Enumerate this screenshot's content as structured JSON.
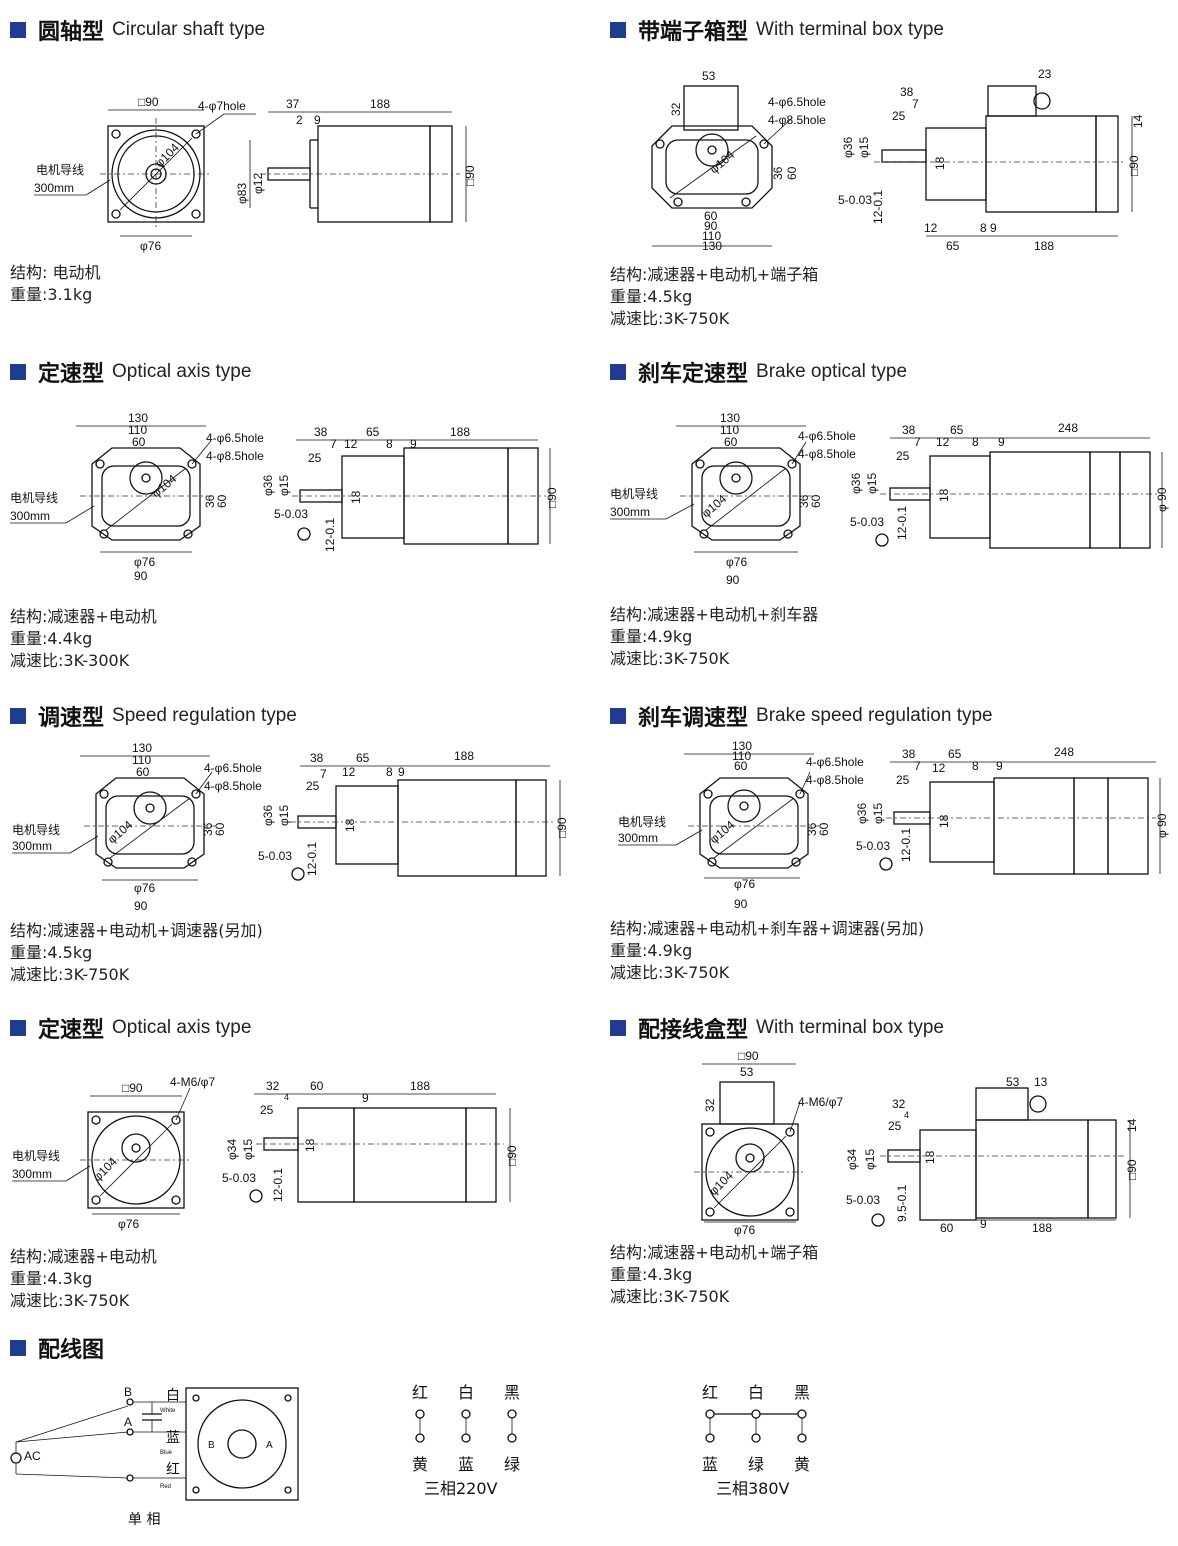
{
  "sections": [
    {
      "title_zh": "圆轴型",
      "title_en": "Circular shaft type",
      "dims": {
        "square": "□90",
        "hole": "4-φ7hole",
        "pcd": "φ104",
        "wire": "电机导线",
        "wire_len": "300mm",
        "d76": "φ76",
        "d83": "φ83",
        "d12": "φ12",
        "l37": "37",
        "l188": "188",
        "l2": "2",
        "l9": "9",
        "h90": "□90"
      },
      "specs": [
        "结构: 电动机",
        "重量:3.1kg"
      ]
    },
    {
      "title_zh": "带端子箱型",
      "title_en": "With terminal box type",
      "dims": {
        "w53": "53",
        "h32": "32",
        "hole1": "4-φ6.5hole",
        "hole2": "4-φ8.5hole",
        "pcd": "φ104",
        "h36": "36",
        "h60": "60",
        "w60": "60",
        "w90": "90",
        "w110": "110",
        "w130": "130",
        "l38": "38",
        "l7": "7",
        "l25": "25",
        "l23": "23",
        "h14": "14",
        "d36": "φ36",
        "d15": "φ15",
        "h18": "18",
        "key": "5-0.03",
        "key2": "12-0.1",
        "l12": "12",
        "l65": "65",
        "l8": "8",
        "l9": "9",
        "l188": "188",
        "h90": "□90"
      },
      "specs": [
        "结构:减速器+电动机+端子箱",
        "重量:4.5kg",
        "减速比:3K-750K"
      ]
    },
    {
      "title_zh": "定速型",
      "title_en": "Optical axis type",
      "dims": {
        "w130": "130",
        "w110": "110",
        "w60": "60",
        "hole1": "4-φ6.5hole",
        "hole2": "4-φ8.5hole",
        "pcd": "φ104",
        "h36": "36",
        "h60": "60",
        "wire": "电机导线",
        "wire_len": "300mm",
        "d76": "φ76",
        "w90": "90",
        "l38": "38",
        "l65": "65",
        "l188": "188",
        "l7": "7",
        "l12": "12",
        "l8": "8",
        "l9": "9",
        "l25": "25",
        "d36": "φ36",
        "d15": "φ15",
        "h18": "18",
        "key": "5-0.03",
        "key2": "12-0.1",
        "h90": "□90"
      },
      "specs": [
        "结构:减速器+电动机",
        "重量:4.4kg",
        "减速比:3K-300K"
      ]
    },
    {
      "title_zh": "刹车定速型",
      "title_en": "Brake optical type",
      "dims": {
        "w130": "130",
        "w110": "110",
        "w60": "60",
        "hole1": "4-φ6.5hole",
        "hole2": "4-φ8.5hole",
        "pcd": "φ104",
        "h36": "36",
        "h60": "60",
        "wire": "电机导线",
        "wire_len": "300mm",
        "d76": "φ76",
        "w90": "90",
        "l38": "38",
        "l65": "65",
        "l248": "248",
        "l7": "7",
        "l12": "12",
        "l8": "8",
        "l9": "9",
        "l25": "25",
        "d36": "φ36",
        "d15": "φ15",
        "h18": "18",
        "key": "5-0.03",
        "key2": "12-0.1",
        "h90": "φ 90"
      },
      "specs": [
        "结构:减速器+电动机+刹车器",
        "重量:4.9kg",
        "减速比:3K-750K"
      ]
    },
    {
      "title_zh": "调速型",
      "title_en": "Speed regulation type",
      "dims": {
        "w130": "130",
        "w110": "110",
        "w60": "60",
        "hole1": "4-φ6.5hole",
        "hole2": "4-φ8.5hole",
        "pcd": "φ104",
        "h36": "36",
        "h60": "60",
        "wire": "电机导线",
        "wire_len": "300mm",
        "d76": "φ76",
        "w90": "90",
        "l38": "38",
        "l65": "65",
        "l188": "188",
        "l7": "7",
        "l12": "12",
        "l8": "8",
        "l9": "9",
        "l25": "25",
        "d36": "φ36",
        "d15": "φ15",
        "h18": "18",
        "key": "5-0.03",
        "key2": "12-0.1",
        "h90": "□90"
      },
      "specs": [
        "结构:减速器+电动机+调速器(另加)",
        "重量:4.5kg",
        "减速比:3K-750K"
      ]
    },
    {
      "title_zh": "刹车调速型",
      "title_en": "Brake speed regulation type",
      "dims": {
        "w130": "130",
        "w110": "110",
        "w60": "60",
        "hole1": "4-φ6.5hole",
        "hole2": "4-φ8.5hole",
        "pcd": "φ104",
        "h36": "36",
        "h60": "60",
        "wire": "电机导线",
        "wire_len": "300mm",
        "d76": "φ76",
        "w90": "90",
        "l38": "38",
        "l65": "65",
        "l248": "248",
        "l7": "7",
        "l12": "12",
        "l8": "8",
        "l9": "9",
        "l25": "25",
        "d36": "φ36",
        "d15": "φ15",
        "h18": "18",
        "key": "5-0.03",
        "key2": "12-0.1",
        "h90": "φ 90"
      },
      "specs": [
        "结构:减速器+电动机+刹车器+调速器(另加)",
        "重量:4.9kg",
        "减速比:3K-750K"
      ]
    },
    {
      "title_zh": "定速型",
      "title_en": "Optical axis type",
      "dims": {
        "square": "□90",
        "hole": "4-M6/φ7",
        "pcd": "φ104",
        "wire": "电机导线",
        "wire_len": "300mm",
        "d76": "φ76",
        "l32": "32",
        "l60": "60",
        "l188": "188",
        "l4": "4",
        "l25": "25",
        "l9": "9",
        "d34": "φ34",
        "d15": "φ15",
        "h18": "18",
        "key": "5-0.03",
        "key2": "12-0.1",
        "h90": "□90"
      },
      "specs": [
        "结构:减速器+电动机",
        "重量:4.3kg",
        "减速比:3K-750K"
      ]
    },
    {
      "title_zh": "配接线盒型",
      "title_en": "With terminal box type",
      "dims": {
        "square": "□90",
        "w53": "53",
        "h32": "32",
        "hole": "4-M6/φ7",
        "pcd": "φ104",
        "d76": "φ76",
        "l53": "53",
        "l13": "13",
        "l32": "32",
        "l4": "4",
        "l25": "25",
        "h14": "14",
        "d34": "φ34",
        "d15": "φ15",
        "h18": "18",
        "key": "5-0.03",
        "key2": "9.5-0.1",
        "l60": "60",
        "l9": "9",
        "l188": "188",
        "h90": "□90"
      },
      "specs": [
        "结构:减速器+电动机+端子箱",
        "重量:4.3kg",
        "减速比:3K-750K"
      ]
    }
  ],
  "wiring": {
    "title": "配线图",
    "single_phase": {
      "b": "B",
      "a": "A",
      "ac": "AC",
      "white_zh": "白",
      "white_en": "White",
      "blue_zh": "蓝",
      "blue_en": "Blue",
      "red_zh": "红",
      "red_en": "Red",
      "rot_b": "B",
      "rot_a": "A",
      "label": "单 相"
    },
    "three_220": {
      "top": [
        "红",
        "白",
        "黑"
      ],
      "bottom": [
        "黄",
        "蓝",
        "绿"
      ],
      "label": "三相220V"
    },
    "three_380": {
      "top": [
        "红",
        "白",
        "黑"
      ],
      "bottom": [
        "蓝",
        "绿",
        "黄"
      ],
      "label": "三相380V"
    }
  }
}
